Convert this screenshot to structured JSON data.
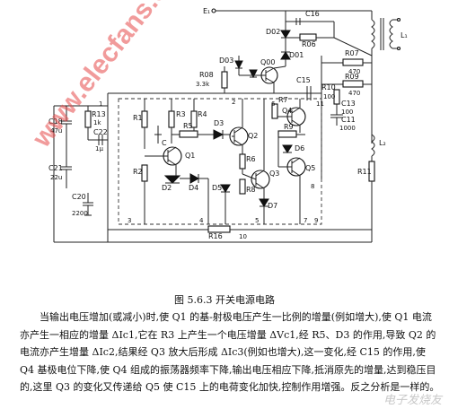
{
  "caption": "图 5.6.3   开关电源电路",
  "description": "当输出电压增加(或减小)时,使 Q1 的基-射极电压产生一比例的增量(例如增大),使 Q1 电流亦产生一相应的增量 ΔIc1,它在 R3 上产生一个电压增量 ΔVc1,经 R5、D3 的作用,导致 Q2 的电流亦产生增量 ΔIc2,结果经 Q3 放大后形成 ΔIc3(例如也增大),这一变化,经 C15 的作用,使 Q4 基极电位下降,使 Q4 组成的振荡器频率下降,输出电压相应下降,抵消原先的增量,达到稳压目的,这里 Q3 的变化又传递给 Q5 使 C15 上的电荷变化加快,控制作用增强。反之分析是一样的。",
  "watermark": "www.elecfans.com",
  "corner_logo": "电子发烧友",
  "labels": {
    "E1": "E₁",
    "L1": "L₁",
    "L2": "L₂",
    "C16": "C16",
    "R06": "R06",
    "D02": "D02",
    "D01": "D01",
    "D03": "D03",
    "R08": "R08",
    "R08v": "3.3k",
    "Q00": "Q00",
    "C15": "C15",
    "R07": "R07",
    "R07v": "470",
    "R09": "R09",
    "R09v": "470",
    "R10": "R10",
    "R10v": "100",
    "C13": "C13",
    "C13v": "100",
    "C11": "C11",
    "C11v": "1000",
    "R13": "R13",
    "R13v": "1k",
    "C18": "C18",
    "C18v": "47u",
    "C21": "C21",
    "C21v": "22u",
    "C20": "C20",
    "C20v": "2200",
    "C22": "C22",
    "C22v": "1μ",
    "R1": "R1",
    "R2": "R2",
    "R3": "R3",
    "R4": "R4",
    "R5": "R5",
    "R6": "R6",
    "R7": "R7",
    "R8": "R8",
    "R9": "R9",
    "R11": "R11",
    "R16": "R16",
    "C": "C",
    "Q1": "Q1",
    "Q2": "Q2",
    "Q3": "Q3",
    "Q4": "Q4",
    "Q5": "Q5",
    "D2": "D2",
    "D3": "D3",
    "D4": "D4",
    "D5": "D5",
    "D6": "D6",
    "D7": "D7",
    "n1": "1",
    "n2": "2",
    "n3": "3",
    "n4": "4",
    "n5": "5",
    "n6": "6",
    "n7": "7",
    "n8": "8",
    "n9": "9",
    "n10": "10",
    "n11": "11"
  }
}
